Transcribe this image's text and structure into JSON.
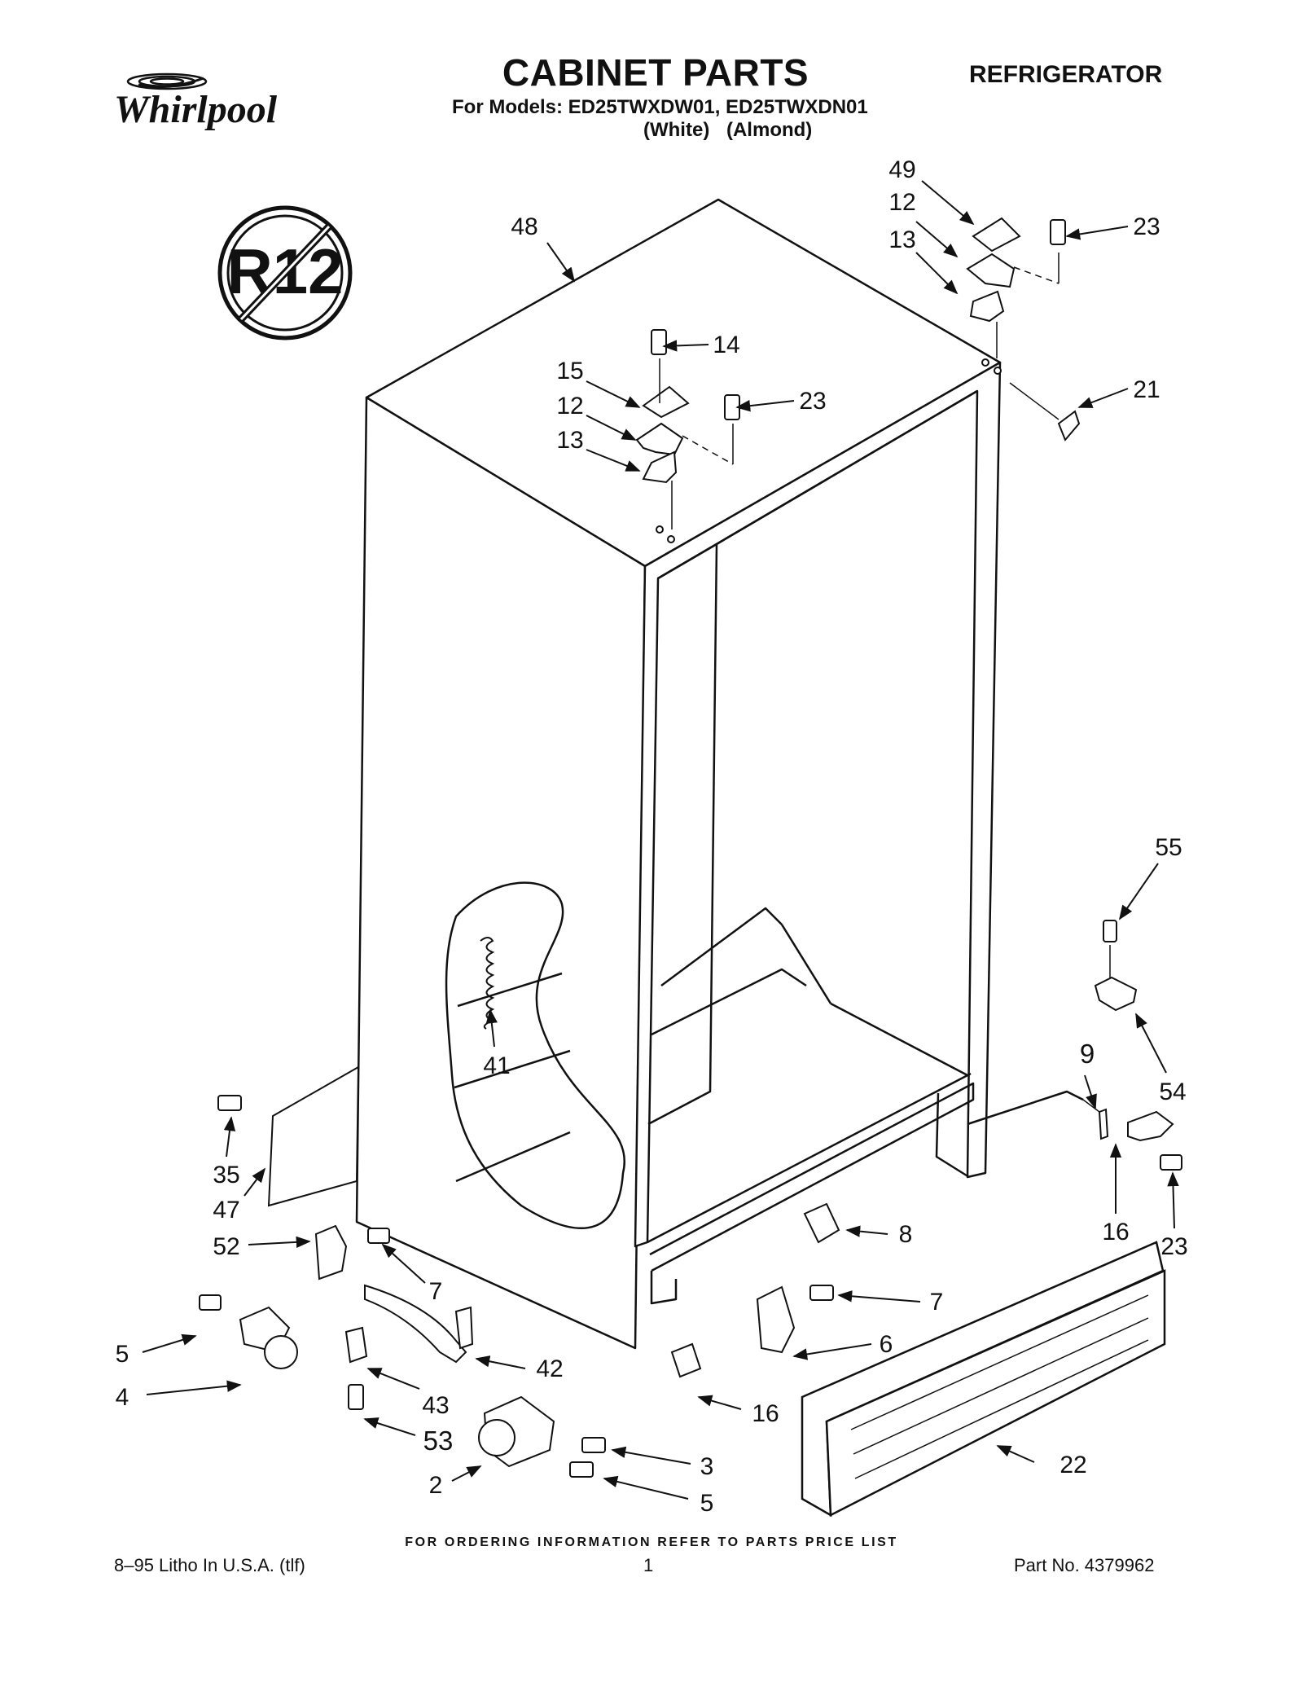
{
  "header": {
    "brand": "Whirlpool",
    "title": "CABINET PARTS",
    "category": "REFRIGERATOR",
    "models": "For Models: ED25TWXDW01, ED25TWXDN01",
    "variants": [
      "(White)",
      "(Almond)"
    ]
  },
  "badge": {
    "text": "R12"
  },
  "callouts": [
    {
      "id": "49",
      "label": "49"
    },
    {
      "id": "12a",
      "label": "12"
    },
    {
      "id": "13a",
      "label": "13"
    },
    {
      "id": "23a",
      "label": "23"
    },
    {
      "id": "48",
      "label": "48"
    },
    {
      "id": "14",
      "label": "14"
    },
    {
      "id": "15",
      "label": "15"
    },
    {
      "id": "23b",
      "label": "23"
    },
    {
      "id": "12b",
      "label": "12"
    },
    {
      "id": "13b",
      "label": "13"
    },
    {
      "id": "21",
      "label": "21"
    },
    {
      "id": "55",
      "label": "55"
    },
    {
      "id": "41",
      "label": "41"
    },
    {
      "id": "9",
      "label": "9"
    },
    {
      "id": "54",
      "label": "54"
    },
    {
      "id": "35",
      "label": "35"
    },
    {
      "id": "47",
      "label": "47"
    },
    {
      "id": "16a",
      "label": "16"
    },
    {
      "id": "23c",
      "label": "23"
    },
    {
      "id": "8",
      "label": "8"
    },
    {
      "id": "52",
      "label": "52"
    },
    {
      "id": "7a",
      "label": "7"
    },
    {
      "id": "7b",
      "label": "7"
    },
    {
      "id": "5a",
      "label": "5"
    },
    {
      "id": "6",
      "label": "6"
    },
    {
      "id": "42",
      "label": "42"
    },
    {
      "id": "4",
      "label": "4"
    },
    {
      "id": "43",
      "label": "43"
    },
    {
      "id": "16b",
      "label": "16"
    },
    {
      "id": "53",
      "label": "53"
    },
    {
      "id": "22",
      "label": "22"
    },
    {
      "id": "3",
      "label": "3"
    },
    {
      "id": "2",
      "label": "2"
    },
    {
      "id": "5b",
      "label": "5"
    }
  ],
  "footer": {
    "ordering_note": "FOR ORDERING INFORMATION REFER TO PARTS PRICE LIST",
    "litho": "8–95 Litho In U.S.A. (tlf)",
    "page": "1",
    "part_no": "Part No. 4379962"
  }
}
